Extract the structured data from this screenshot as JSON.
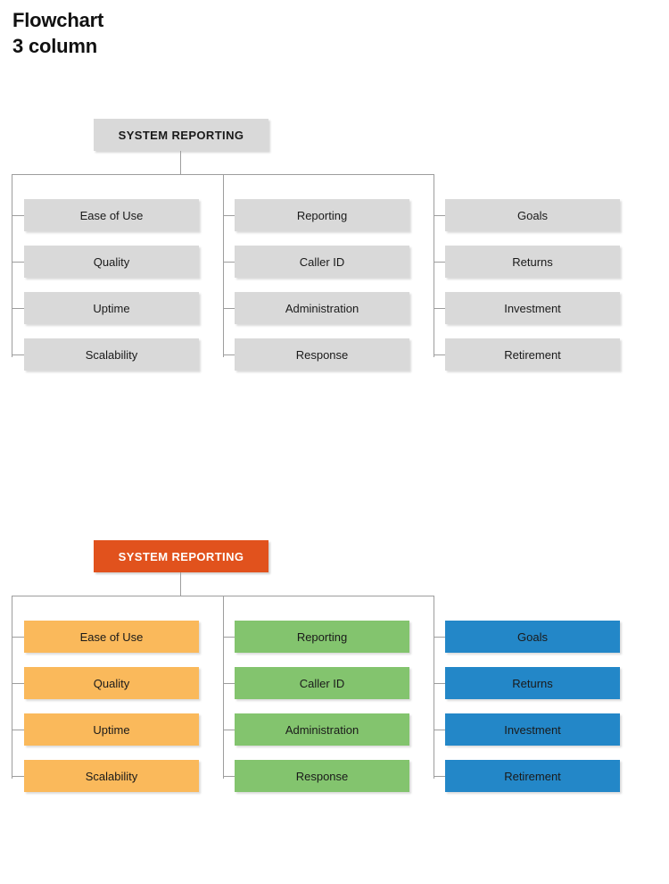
{
  "title": {
    "line1": "Flowchart",
    "line2": "3 column"
  },
  "diagrams": [
    {
      "id": "gray-flowchart",
      "variant": "gray",
      "root": "SYSTEM REPORTING",
      "root_bg": "#d9d9d9",
      "root_fg": "#1a1a1a",
      "columns": [
        {
          "id": "column-1",
          "color": "#d9d9d9",
          "nodes": [
            "Ease of Use",
            "Quality",
            "Uptime",
            "Scalability"
          ]
        },
        {
          "id": "column-2",
          "color": "#d9d9d9",
          "nodes": [
            "Reporting",
            "Caller ID",
            "Administration",
            "Response"
          ]
        },
        {
          "id": "column-3",
          "color": "#d9d9d9",
          "nodes": [
            "Goals",
            "Returns",
            "Investment",
            "Retirement"
          ]
        }
      ]
    },
    {
      "id": "color-flowchart",
      "variant": "color",
      "root": "SYSTEM REPORTING",
      "root_bg": "#e1521d",
      "root_fg": "#ffffff",
      "columns": [
        {
          "id": "column-1",
          "color": "#fab95b",
          "nodes": [
            "Ease of Use",
            "Quality",
            "Uptime",
            "Scalability"
          ]
        },
        {
          "id": "column-2",
          "color": "#83c46e",
          "nodes": [
            "Reporting",
            "Caller ID",
            "Administration",
            "Response"
          ]
        },
        {
          "id": "column-3",
          "color": "#2387c8",
          "nodes": [
            "Goals",
            "Returns",
            "Investment",
            "Retirement"
          ]
        }
      ]
    }
  ],
  "connector_color": "#9d9d9d"
}
